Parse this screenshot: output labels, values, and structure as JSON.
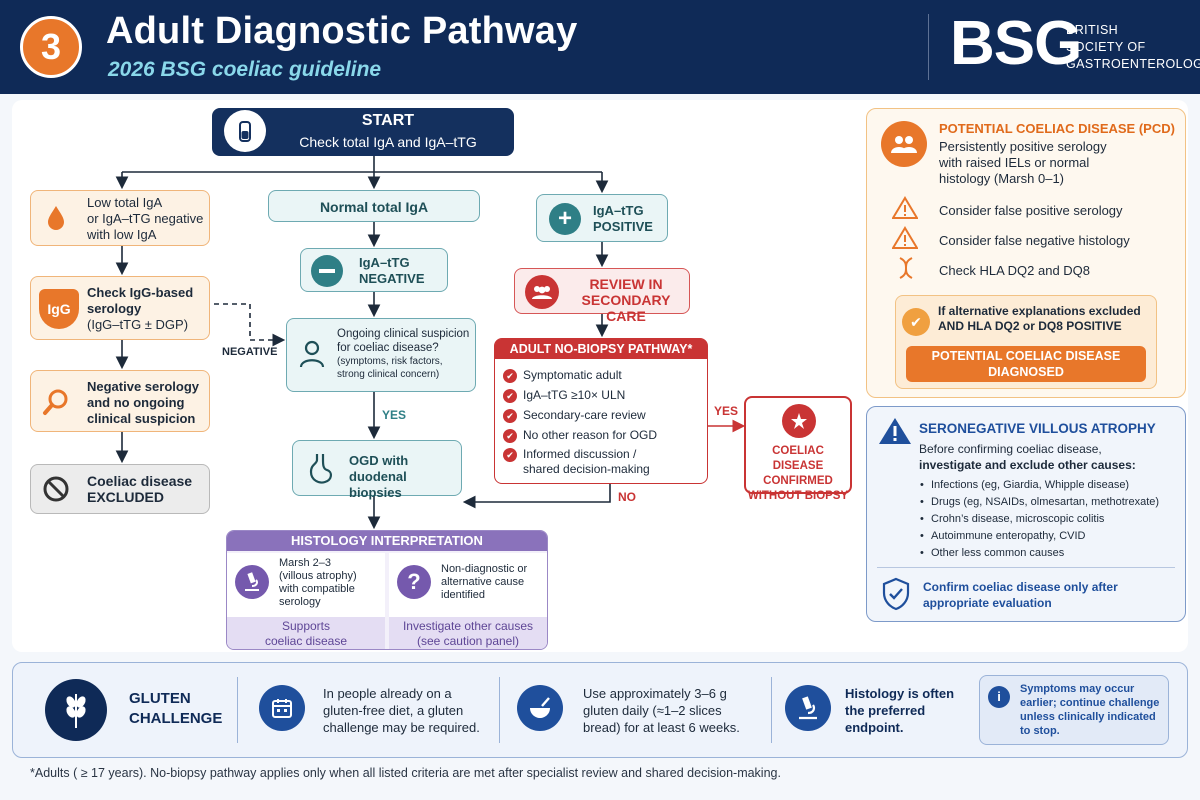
{
  "header": {
    "number": "3",
    "title": "Adult Diagnostic Pathway",
    "subtitle": "2026 BSG coeliac guideline",
    "logo": "BSG",
    "org_line1": "BRITISH",
    "org_line2": "SOCIETY OF",
    "org_line3": "GASTROENTEROLOGY"
  },
  "start": {
    "title": "START",
    "subtitle": "Check total IgA and IgA–tTG"
  },
  "left_col": {
    "low_iga": [
      "Low total IgA",
      "or IgA–tTG negative",
      "with low IgA"
    ],
    "igg_icon": "IgG",
    "igg_serology": [
      "Check IgG-based",
      "serology",
      "(IgG–tTG ± DGP)"
    ],
    "negative_serology": [
      "Negative serology",
      "and no ongoing",
      "clinical suspicion"
    ],
    "excluded": [
      "Coeliac disease",
      "EXCLUDED"
    ]
  },
  "mid_col": {
    "normal_iga": "Normal total IgA",
    "iga_negative": [
      "IgA–tTG",
      "NEGATIVE"
    ],
    "negative_label": "NEGATIVE",
    "suspicion": [
      "Ongoing clinical suspicion",
      "for coeliac disease?"
    ],
    "suspicion_note": [
      "(symptoms, risk factors,",
      "strong clinical concern)"
    ],
    "yes_label": "YES",
    "ogd": [
      "OGD with",
      "duodenal biopsies"
    ]
  },
  "right_col": {
    "iga_positive": [
      "IgA–tTG",
      "POSITIVE"
    ],
    "review": [
      "REVIEW IN",
      "SECONDARY CARE"
    ],
    "no_biopsy_title": "ADULT NO-BIOPSY PATHWAY*",
    "criteria": [
      "Symptomatic adult",
      "IgA–tTG ≥10× ULN",
      "Secondary-care review",
      "No other reason for OGD",
      "Informed discussion /",
      "shared decision-making"
    ],
    "yes_label": "YES",
    "no_label": "NO",
    "confirmed": [
      "COELIAC DISEASE",
      "CONFIRMED",
      "WITHOUT BIOPSY"
    ]
  },
  "histology": {
    "title": "HISTOLOGY INTERPRETATION",
    "left": [
      "Marsh 2–3",
      "(villous atrophy)",
      "with compatible",
      "serology"
    ],
    "left_foot": [
      "Supports",
      "coeliac disease"
    ],
    "right": [
      "Non-diagnostic or",
      "alternative cause",
      "identified"
    ],
    "right_foot": [
      "Investigate other causes",
      "(see caution panel)"
    ]
  },
  "pcd": {
    "title": "POTENTIAL COELIAC DISEASE (PCD)",
    "desc": [
      "Persistently positive serology",
      "with raised IELs or normal",
      "histology (Marsh 0–1)"
    ],
    "items": [
      "Consider false positive serology",
      "Consider false negative histology",
      "Check HLA DQ2 and DQ8"
    ],
    "cond1": "If alternative explanations excluded",
    "cond2": "AND HLA DQ2 or DQ8 POSITIVE",
    "diagnosed": [
      "POTENTIAL COELIAC DISEASE",
      "DIAGNOSED"
    ]
  },
  "svp": {
    "title": "SERONEGATIVE VILLOUS ATROPHY",
    "intro1": "Before confirming coeliac disease,",
    "intro2": "investigate and exclude other causes:",
    "causes": [
      "Infections (eg, Giardia, Whipple disease)",
      "Drugs (eg, NSAIDs, olmesartan, methotrexate)",
      "Crohn’s disease, microscopic colitis",
      "Autoimmune enteropathy, CVID",
      "Other less common causes"
    ],
    "confirm": [
      "Confirm coeliac disease only after",
      "appropriate evaluation"
    ]
  },
  "gluten": {
    "title": [
      "GLUTEN",
      "CHALLENGE"
    ],
    "p1": [
      "In people already on a",
      "gluten-free diet, a gluten",
      "challenge may be required."
    ],
    "p2": [
      "Use approximately 3–6 g",
      "gluten daily (≈1–2 slices",
      "bread) for at least 6 weeks."
    ],
    "p3": [
      "Histology is often",
      "the preferred",
      "endpoint."
    ],
    "note": [
      "Symptoms may occur",
      "earlier; continue challenge",
      "unless clinically indicated",
      "to stop."
    ]
  },
  "footnote": "*Adults ( ≥ 17 years). No-biopsy pathway applies only when all listed criteria are met after specialist review and shared decision-making.",
  "colors": {
    "navy": "#0f2a57",
    "orange": "#e8772a",
    "teal": "#2f7f86",
    "red": "#c93434",
    "purple": "#8a72bb",
    "blue": "#1f4f9c"
  }
}
